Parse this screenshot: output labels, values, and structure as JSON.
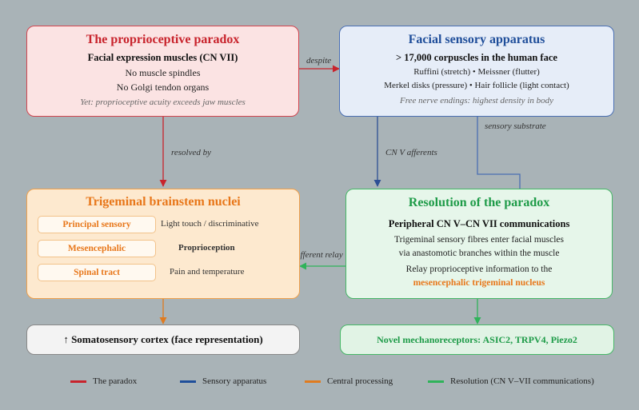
{
  "paradox": {
    "title": "The proprioceptive paradox",
    "subtitle": "Facial expression muscles (CN VII)",
    "line1": "No muscle spindles",
    "line2": "No Golgi tendon organs",
    "note": "Yet: proprioceptive acuity exceeds jaw muscles"
  },
  "apparatus": {
    "title": "Facial sensory apparatus",
    "subtitle": "> 17,000 corpuscles in the human face",
    "line1": "Ruffini (stretch) • Meissner (flutter)",
    "line2": "Merkel disks (pressure) • Hair follicle (light contact)",
    "note": "Free nerve endings: highest density in body"
  },
  "nuclei": {
    "title": "Trigeminal brainstem nuclei",
    "items": [
      {
        "name": "Principal sensory",
        "desc": "Light touch / discriminative"
      },
      {
        "name": "Mesencephalic",
        "desc": "Proprioception"
      },
      {
        "name": "Spinal tract",
        "desc": "Pain and temperature"
      }
    ]
  },
  "resolution": {
    "title": "Resolution of the paradox",
    "subtitle": "Peripheral CN V–CN VII communications",
    "line1": "Trigeminal sensory fibres enter facial muscles",
    "line2": "via anastomotic branches within the muscle",
    "line3": "Relay proprioceptive information to the",
    "line4": "mesencephalic trigeminal nucleus"
  },
  "cortex": {
    "label": "↑ Somatosensory cortex (face representation)"
  },
  "receptors": {
    "label": "Novel mechanoreceptors: ASIC2, TRPV4, Piezo2"
  },
  "edges": {
    "despite": "despite",
    "resolved_by": "resolved by",
    "cn_v_afferents": "CN V afferents",
    "sensory_substrate": "sensory substrate",
    "afferent_relay": "afferent relay"
  },
  "legend": [
    {
      "label": "The paradox",
      "color": "#c8232c"
    },
    {
      "label": "Sensory apparatus",
      "color": "#1f4e9a"
    },
    {
      "label": "Central processing",
      "color": "#e07b1f"
    },
    {
      "label": "Resolution (CN V–VII communications)",
      "color": "#2fb35a"
    }
  ],
  "colors": {
    "paradox_fill": "#fbe3e3",
    "paradox_border": "#d2454f",
    "apparatus_fill": "#e6edf8",
    "apparatus_border": "#4a6fb3",
    "nuclei_fill": "#fde9cf",
    "nuclei_border": "#f0a04b",
    "resolution_fill": "#e6f6ea",
    "resolution_border": "#46b767",
    "cortex_fill": "#f3f3f3",
    "receptors_fill": "#e1f3e5"
  }
}
